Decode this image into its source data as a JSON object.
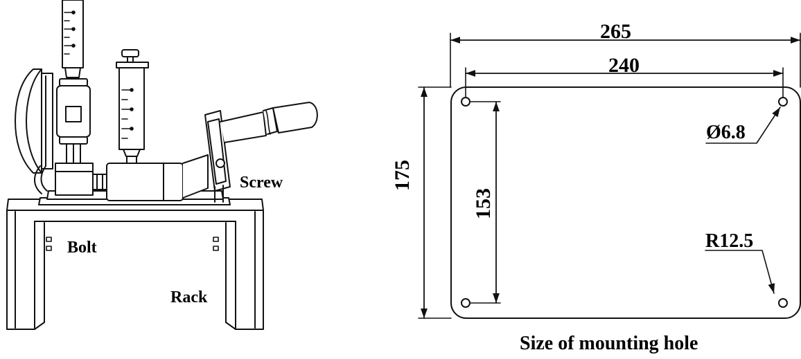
{
  "device_labels": {
    "screw": "Screw",
    "bolt": "Bolt",
    "rack": "Rack"
  },
  "dimensions": {
    "overall_width": "265",
    "hole_spacing_width": "240",
    "overall_height": "175",
    "hole_spacing_height": "153",
    "hole_diameter": "Ø6.8",
    "corner_radius": "R12.5"
  },
  "caption": "Size of mounting hole"
}
